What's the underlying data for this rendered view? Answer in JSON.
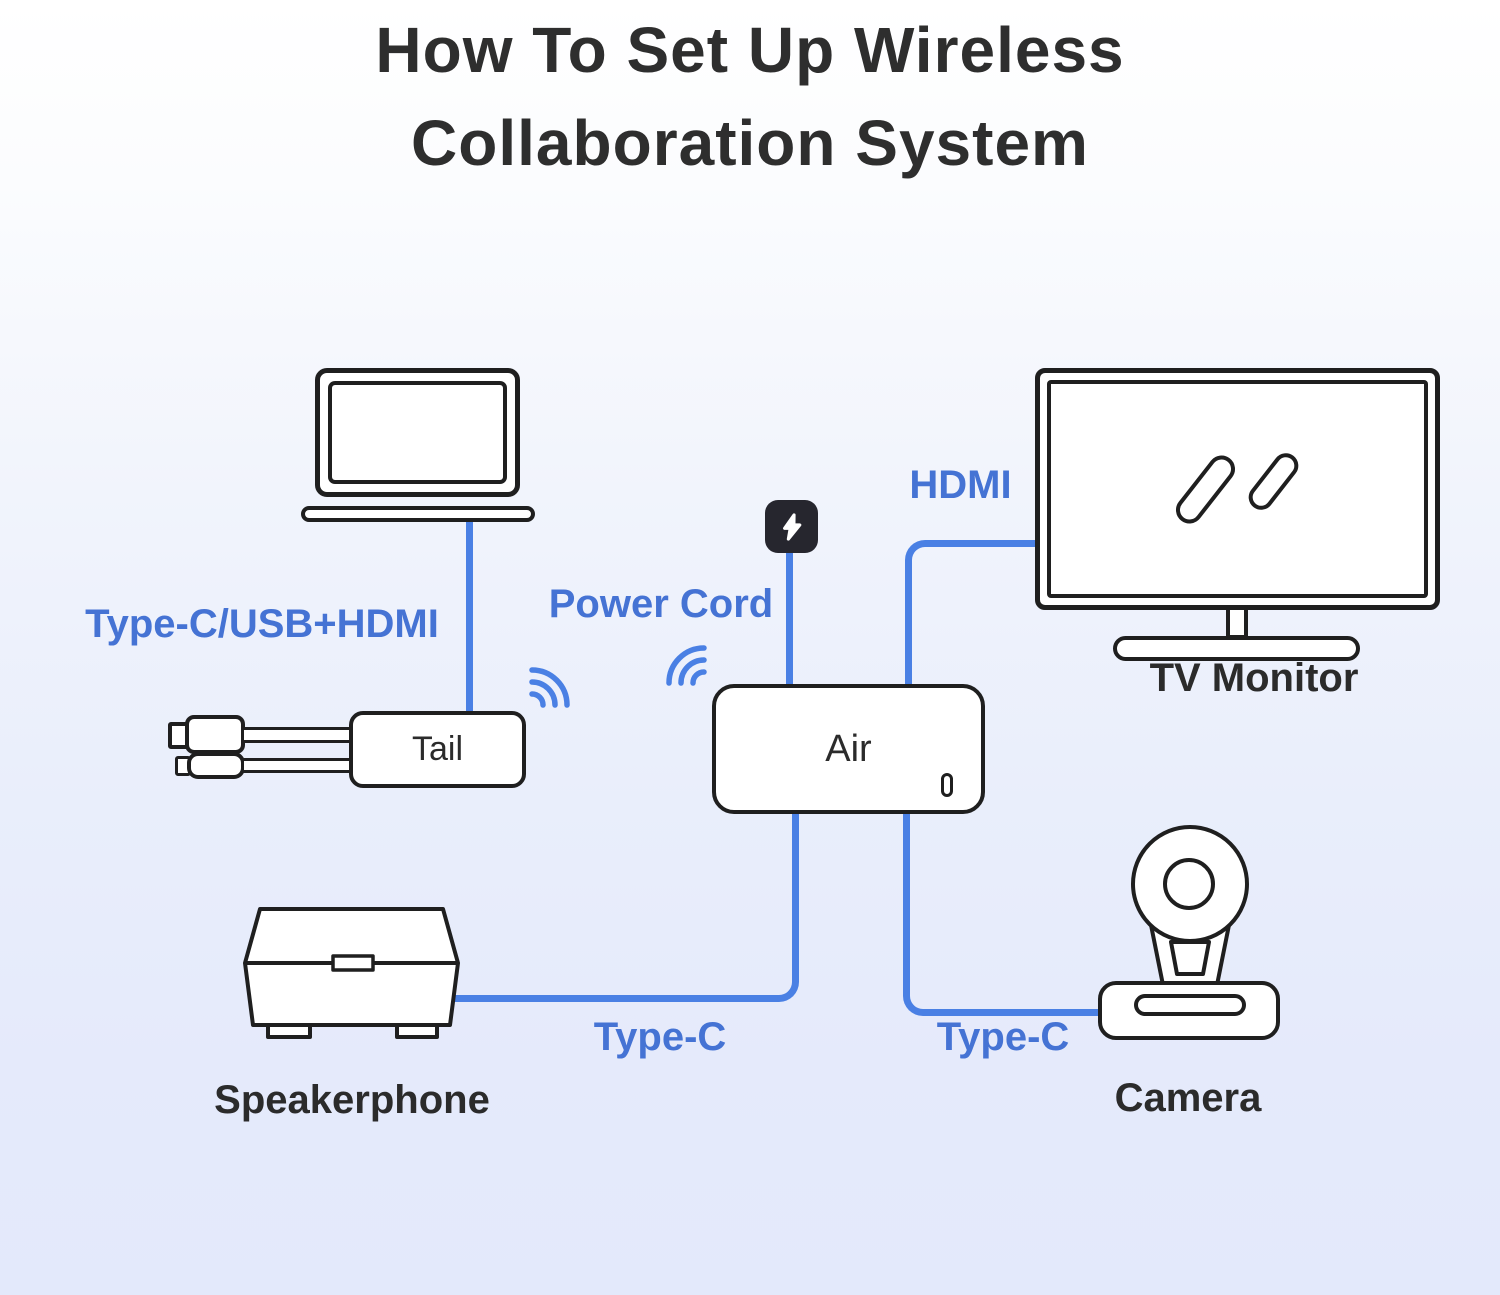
{
  "title": {
    "line1": "How To Set Up Wireless",
    "line2": "Collaboration System"
  },
  "diagram": {
    "devices": {
      "tail": {
        "label": "Tail"
      },
      "air": {
        "label": "Air"
      },
      "tv_monitor": {
        "label": "TV Monitor"
      },
      "speakerphone": {
        "label": "Speakerphone"
      },
      "camera": {
        "label": "Camera"
      }
    },
    "connections": {
      "laptop_to_tail": {
        "label": "Type-C/USB+HDMI"
      },
      "power_to_air": {
        "label": "Power Cord"
      },
      "air_to_tv": {
        "label": "HDMI"
      },
      "air_to_speakerphone": {
        "label": "Type-C"
      },
      "air_to_camera": {
        "label": "Type-C"
      }
    },
    "icons": {
      "tail_signal": "wifi-signal-icon",
      "air_signal": "wifi-signal-icon",
      "power": "lightning-bolt-icon"
    }
  },
  "colors": {
    "connection_blue": "#4a80e4",
    "label_blue": "#4573d4",
    "outline_dark": "#1f1f1f",
    "power_block_dark": "#26262e",
    "background_bottom": "#e3e9fb"
  }
}
